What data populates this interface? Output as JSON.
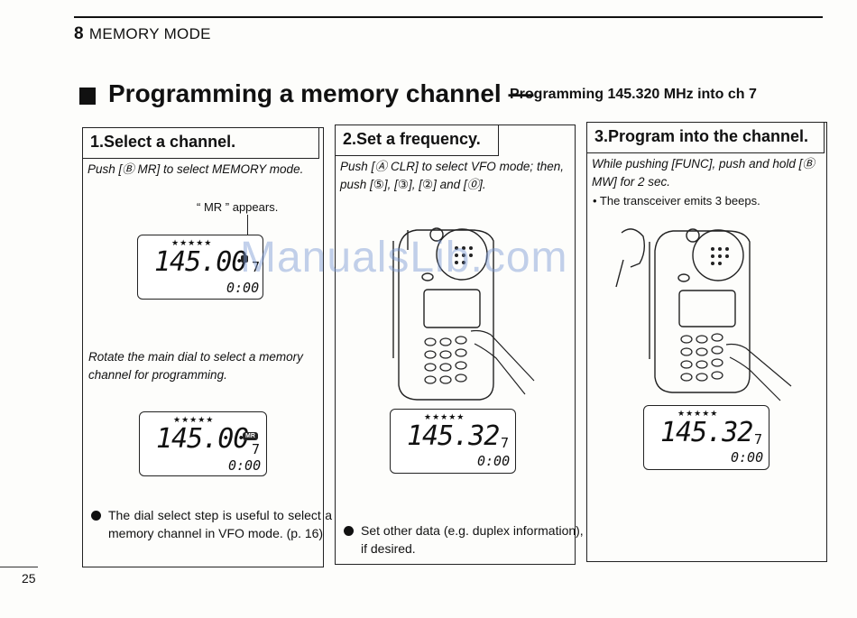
{
  "header": {
    "section_number": "8",
    "section_title": "MEMORY MODE"
  },
  "title": "Programming a memory channel",
  "subtitle": "Programming 145.320 MHz into ch 7",
  "steps": [
    {
      "heading": "1.Select a channel.",
      "text1": "Push [Ⓑ MR] to select MEMORY mode.",
      "appears": "“ MR ” appears.",
      "text2": "Rotate the main dial to select a memory channel for programming.",
      "bullet": "The dial select step is useful to select a memory channel in VFO mode. (p. 16)",
      "lcd1": {
        "stars": "★★★★★",
        "freq": "145.00",
        "ch": "7",
        "time": "0:00"
      },
      "lcd2": {
        "stars": "★★★★★",
        "freq": "145.00",
        "badge": "MR",
        "ch": "7",
        "time": "0:00"
      }
    },
    {
      "heading": "2.Set a frequency.",
      "text1": "Push [Ⓐ CLR] to select VFO mode; then, push [⑤], [③], [②] and [⓪].",
      "bullet": "Set other data (e.g. duplex information), if desired.",
      "lcd": {
        "stars": "★★★★★",
        "freq": "145.32",
        "ch": "7",
        "time": "0:00"
      }
    },
    {
      "heading": "3.Program into the channel.",
      "text1": "While pushing [FUNC], push and hold [Ⓑ MW] for 2 sec.",
      "note": "• The transceiver emits 3 beeps.",
      "lcd": {
        "stars": "★★★★★",
        "freq": "145.32",
        "ch": "7",
        "time": "0:00"
      }
    }
  ],
  "page_number": "25",
  "watermark": "ManualsLib.com",
  "colors": {
    "ink": "#111111",
    "paper": "#fdfdfb",
    "watermark": "#7896d2"
  }
}
